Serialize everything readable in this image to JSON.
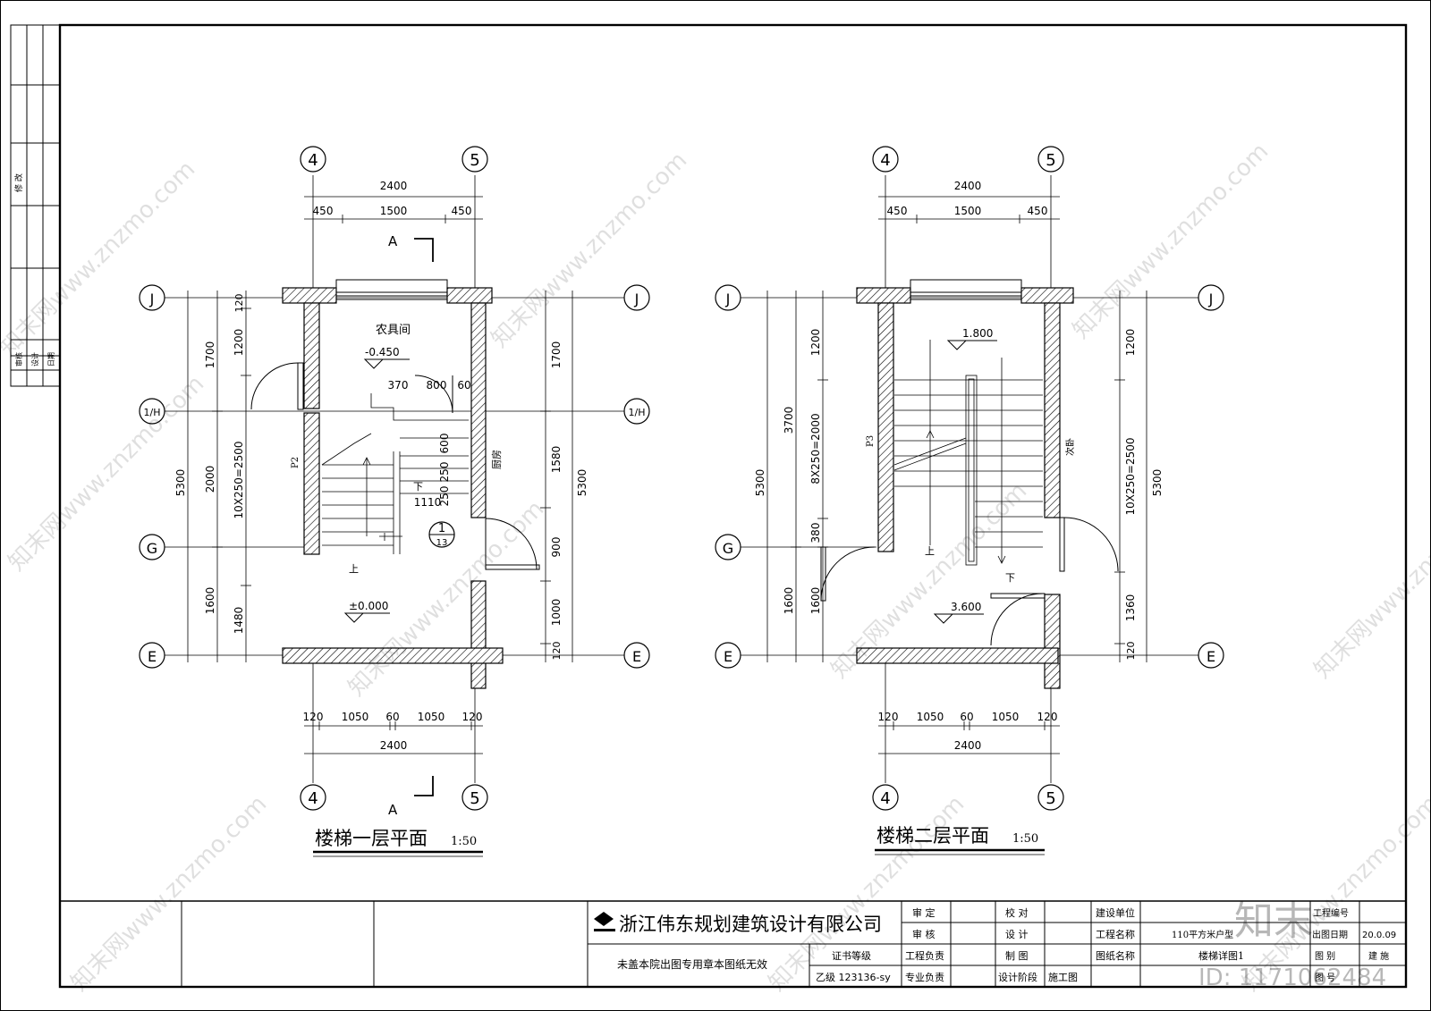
{
  "plan1": {
    "title": "楼梯一层平面",
    "scale": "1:50",
    "section_mark": "A",
    "axes_x": [
      "4",
      "5"
    ],
    "axes_y": [
      "J",
      "1/H",
      "G",
      "E"
    ],
    "top_dims": {
      "total": "2400",
      "left": "450",
      "mid": "1500",
      "right": "450"
    },
    "bottom_dims": {
      "a": "120",
      "b": "1050",
      "c": "60",
      "d": "1050",
      "e": "120",
      "total": "2400"
    },
    "left_dims": {
      "outer_total": "5300",
      "o1": "1700",
      "o2": "2000",
      "o3": "1600",
      "i1": "120",
      "i2": "1200",
      "i3": "10X250=2500",
      "i4": "1480"
    },
    "right_dims": {
      "outer_total": "5300",
      "o1": "1700",
      "o2": "1580",
      "o3": "900",
      "o4": "1000",
      "o5": "120"
    },
    "inner_dims": {
      "d370": "370",
      "d800": "800",
      "d60": "60",
      "d600": "600",
      "d250": "250",
      "d1110": "1110"
    },
    "room_label": "农具间",
    "elev_top": "-0.450",
    "elev_bottom": "±0.000",
    "up_label": "上",
    "down_label": "下",
    "wall_label_left": "P2",
    "wall_label_right": "厨房",
    "detail_num": "1",
    "detail_sheet": "13"
  },
  "plan2": {
    "title": "楼梯二层平面",
    "scale": "1:50",
    "axes_x": [
      "4",
      "5"
    ],
    "axes_y": [
      "J",
      "G",
      "E"
    ],
    "top_dims": {
      "total": "2400",
      "left": "450",
      "mid": "1500",
      "right": "450"
    },
    "bottom_dims": {
      "a": "120",
      "b": "1050",
      "c": "60",
      "d": "1050",
      "e": "120",
      "total": "2400"
    },
    "left_dims": {
      "outer_total": "5300",
      "o1": "3700",
      "o2": "1600",
      "i1": "1200",
      "i2": "8X250=2000",
      "i3": "380",
      "i4": "1600"
    },
    "right_dims": {
      "outer_total": "5300",
      "o1": "1200",
      "o2": "10X250=2500",
      "o3": "1360",
      "o4": "120"
    },
    "elev_top": "1.800",
    "elev_bottom": "3.600",
    "up_label": "上",
    "down_label": "下",
    "wall_label_left": "P3",
    "wall_label_right": "次卧"
  },
  "titleblock": {
    "company": "浙江伟东规划建筑设计有限公司",
    "notice": "未盖本院出图专用章本图纸无效",
    "cert_label": "证书等级",
    "cert_value": "乙级 123136-sy",
    "r1": [
      "审 定",
      "校 对",
      "建设单位",
      "工程编号"
    ],
    "r2": [
      "审 核",
      "设 计",
      "工程名称",
      "110平方米户型",
      "出图日期",
      "20.0.09"
    ],
    "r3": [
      "工程负责",
      "制 图",
      "图纸名称",
      "楼梯详图1",
      "图 别",
      "建 施"
    ],
    "r4": [
      "专业负责",
      "设计阶段",
      "施工图",
      "图 号"
    ]
  },
  "left_strip": [
    "修 改",
    "审核",
    "设计",
    "日期"
  ],
  "watermark": {
    "site": "知末网www.znzmo.com",
    "brand": "知末",
    "id": "ID: 1171062484"
  }
}
